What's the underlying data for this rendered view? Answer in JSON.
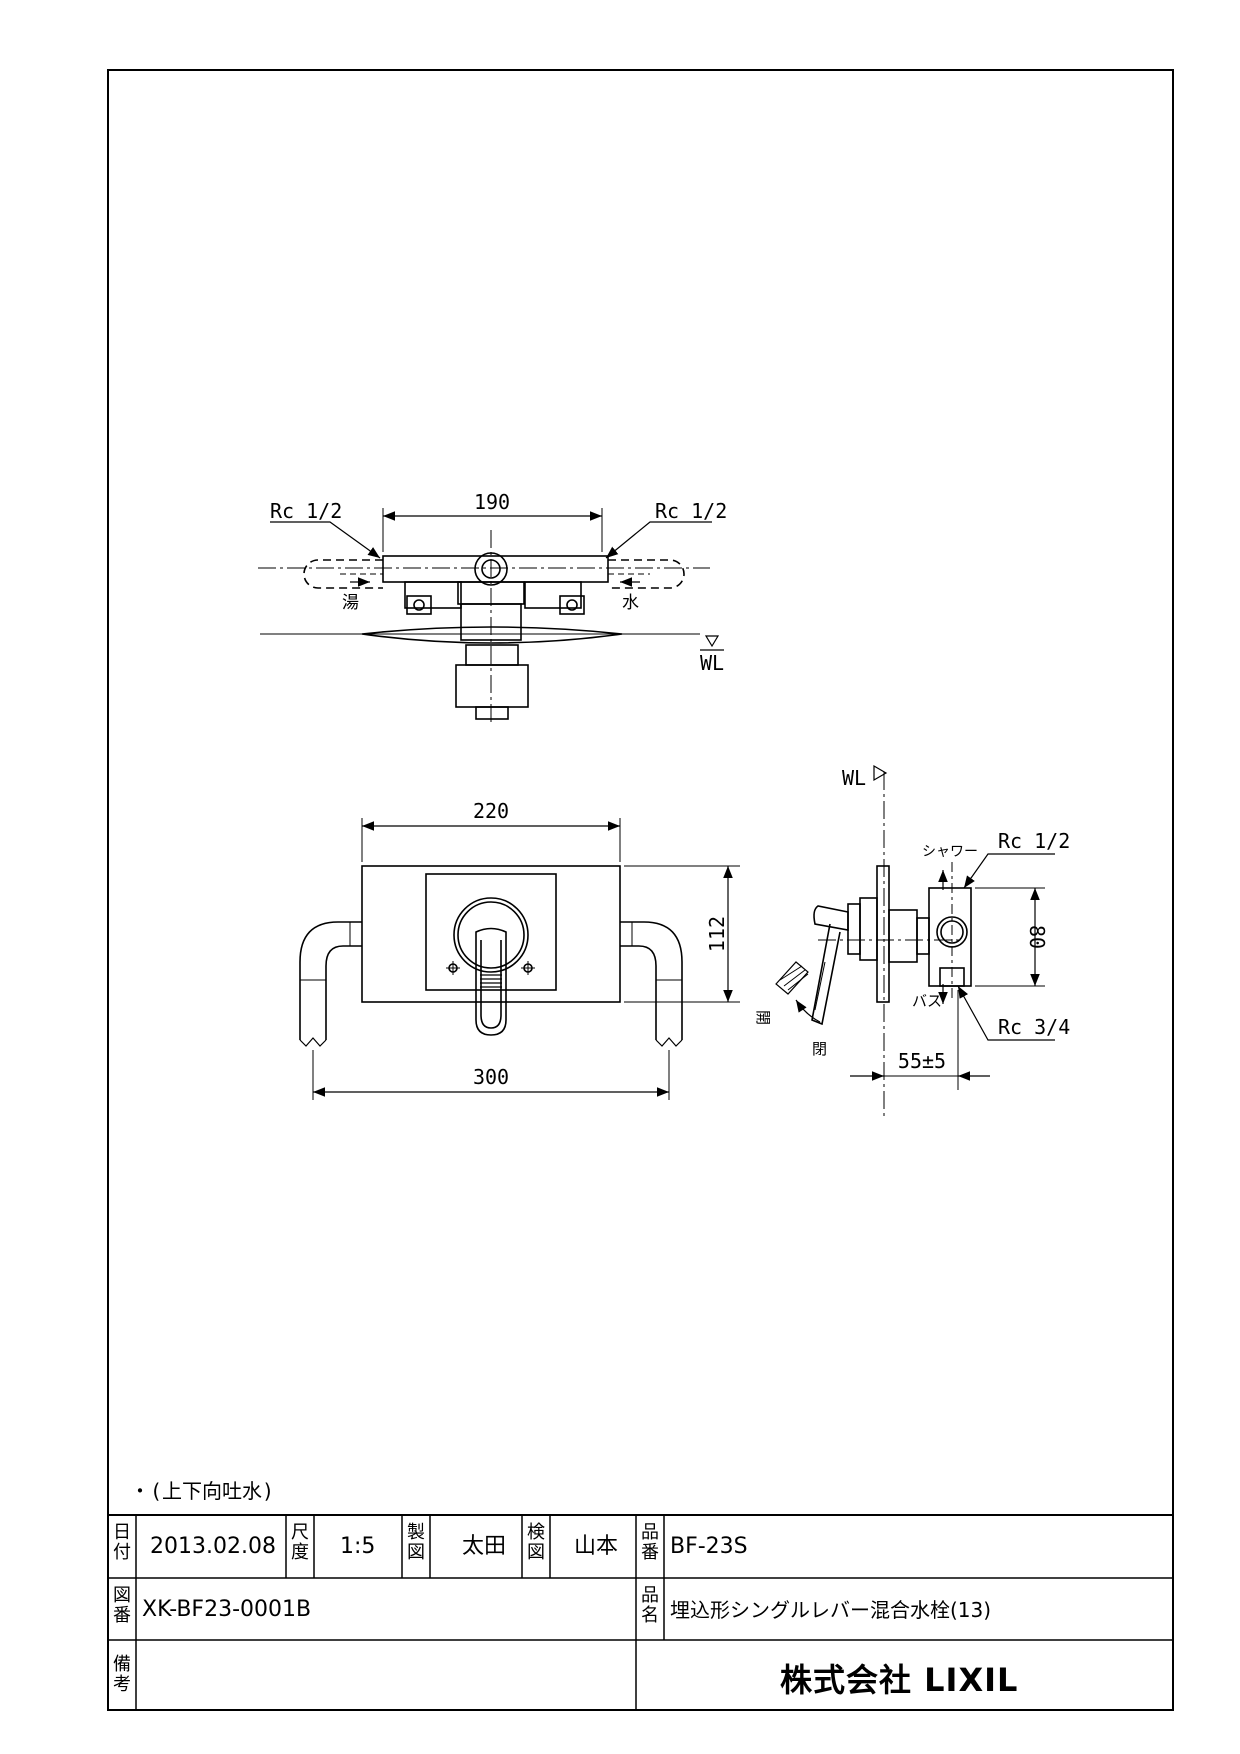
{
  "drawing": {
    "top_view": {
      "dim_width": "190",
      "conn_left": "Rc 1/2",
      "conn_right": "Rc 1/2",
      "hot_label": "湯",
      "cold_label": "水",
      "wl_label": "WL"
    },
    "front_view": {
      "dim_plate_width": "220",
      "dim_plate_height": "112",
      "dim_overall_width": "300"
    },
    "side_view": {
      "wl_label": "WL",
      "shower_label": "シャワー",
      "bath_label": "バス",
      "conn_top": "Rc 1/2",
      "conn_bottom": "Rc 3/4",
      "dim_height": "80",
      "dim_depth": "55±5",
      "open_label": "開",
      "close_label": "閉"
    },
    "note": "・(上下向吐水)"
  },
  "title_block": {
    "date_label": "日付",
    "date": "2013.02.08",
    "scale_label": "尺度",
    "scale": "1:5",
    "drawn_label": "製図",
    "drawn_by": "太田",
    "checked_label": "検図",
    "checked_by": "山本",
    "part_no_label": "品番",
    "part_no": "BF-23S",
    "drawing_no_label": "図番",
    "drawing_no": "XK-BF23-0001B",
    "product_name_label": "品名",
    "product_name": "埋込形シングルレバー混合水栓(13)",
    "remarks_label": "備考",
    "remarks": "",
    "company": "株式会社 LIXIL"
  }
}
